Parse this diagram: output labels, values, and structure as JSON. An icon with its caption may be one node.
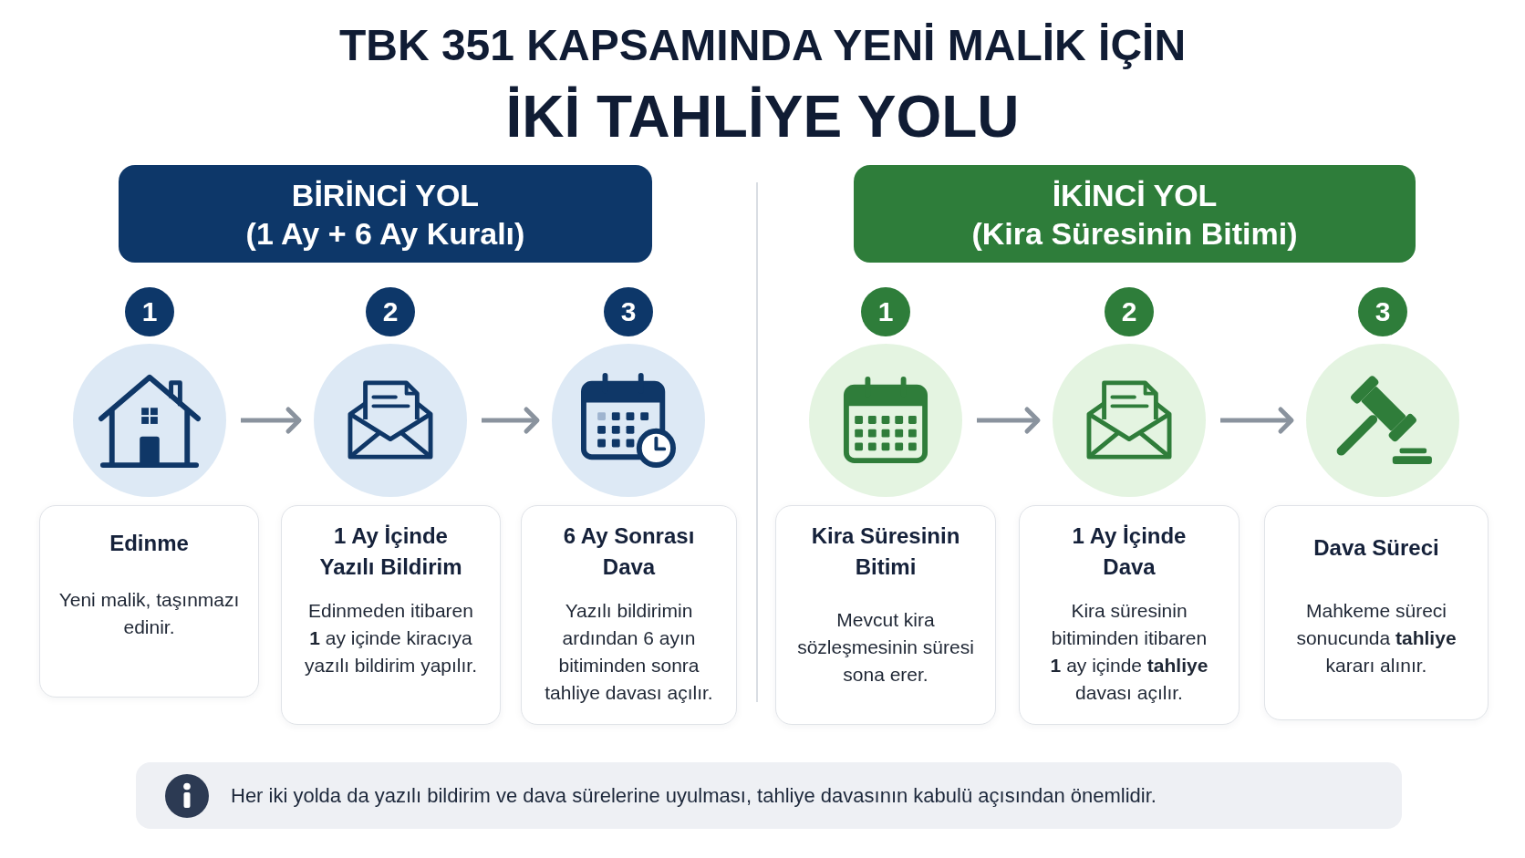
{
  "diagram": {
    "title": "TBK 351 KAPSAMINDA YENİ MALİK İÇİN",
    "nodes": [
      {
        "text": [
          "BİRİNCİ YOL",
          "(1 Ay + 6 Ay Kuralı)"
        ]
      },
      {
        "text": [
          "1"
        ]
      },
      {
        "text": [],
        "shape": "picture"
      },
      {
        "text": [
          "Edinme",
          "Yeni malik, taşınmazı edinir."
        ]
      },
      {
        "text": [
          "2"
        ]
      },
      {
        "text": [],
        "shape": "picture"
      },
      {
        "text": [
          "1 Ay İçinde Yazılı Bildirim",
          "Edinmeden itibaren **1** ay içinde kiracıya yazılı bildirim yapılır."
        ]
      },
      {
        "text": [
          "3"
        ]
      },
      {
        "text": [],
        "shape": "picture"
      },
      {
        "text": [
          "6 Ay Sonrası Dava",
          "Yazılı bildirimin ardından 6 ayın bitiminden sonra tahliye davası açılır."
        ]
      },
      {
        "text": [
          "İKİNCİ YOL",
          "(Kira Süresinin Bitimi)"
        ]
      },
      {
        "text": [
          "1"
        ]
      },
      {
        "text": [],
        "shape": "picture"
      },
      {
        "text": [
          "Kira Süresinin Bitimi",
          "Mevcut kira sözleşmesinin süresi sona erer."
        ]
      },
      {
        "text": [
          "2"
        ]
      },
      {
        "text": [],
        "shape": "picture"
      },
      {
        "text": [
          "1 Ay İçinde Dava",
          "Kira süresinin bitiminden itibaren **1** ay içinde **tahliye** davası açılır."
        ]
      },
      {
        "text": [
          "3"
        ]
      },
      {
        "text": [],
        "shape": "picture"
      },
      {
        "text": [
          "Dava Süreci",
          "Mahkeme süreci sonucunda **tahliye** kararı alınır."
        ]
      },
      {
        "text": [
          "Her iki yolda da yazılı bildirim ve dava sürelerine uyulması, tahliye davasının kabulü açısından önemlidir."
        ]
      }
    ],
    "edges": [
      {
        "from": 2,
        "to": 5,
        "arrow": "to"
      },
      {
        "from": 5,
        "to": 8,
        "arrow": "to"
      },
      {
        "from": 12,
        "to": 15,
        "arrow": "to"
      },
      {
        "from": 15,
        "to": 18,
        "arrow": "to"
      }
    ],
    "labels": [
      "İKİ TAHLİYE YOLU"
    ]
  }
}
